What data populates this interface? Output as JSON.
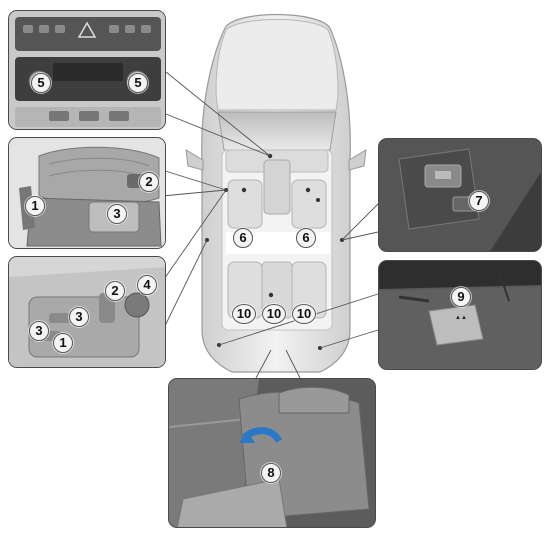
{
  "callouts": {
    "c1": "5",
    "c2": "5",
    "c3": "2",
    "c4": "1",
    "c5": "3",
    "c6": "2",
    "c7": "4",
    "c8": "3",
    "c9": "3",
    "c10": "1",
    "c11": "6",
    "c12": "6",
    "c13": "10",
    "c14": "10",
    "c15": "10",
    "c16": "7",
    "c17": "9",
    "c18": "8"
  },
  "labels": {
    "hazard_icon": "warning-triangle-icon",
    "seat_lever_icon": "seat-lever-icon"
  },
  "colors": {
    "panel_bg": "#d9d9d9",
    "panel_border": "#4a4a4a",
    "car_body": "#e6e6e6",
    "callout_bg": "#f4f4f4"
  }
}
